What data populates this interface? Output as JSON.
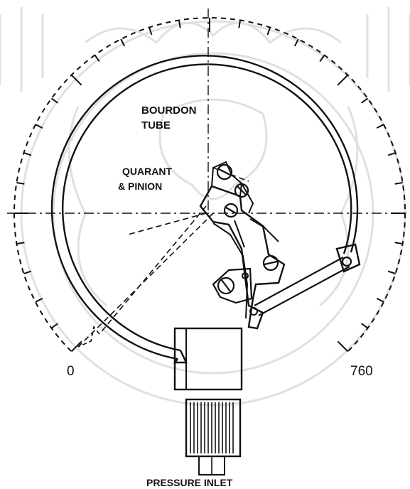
{
  "diagram": {
    "labels": {
      "bourdon_line1": "BOURDON",
      "bourdon_line2": "TUBE",
      "quadrant_line1": "QUARANT",
      "quadrant_line2": "& PINION",
      "inlet": "PRESSURE INLET"
    },
    "scale": {
      "min_label": "0",
      "max_label": "760"
    },
    "colors": {
      "ink": "#111111",
      "watermark": "#d9d9d9"
    }
  }
}
